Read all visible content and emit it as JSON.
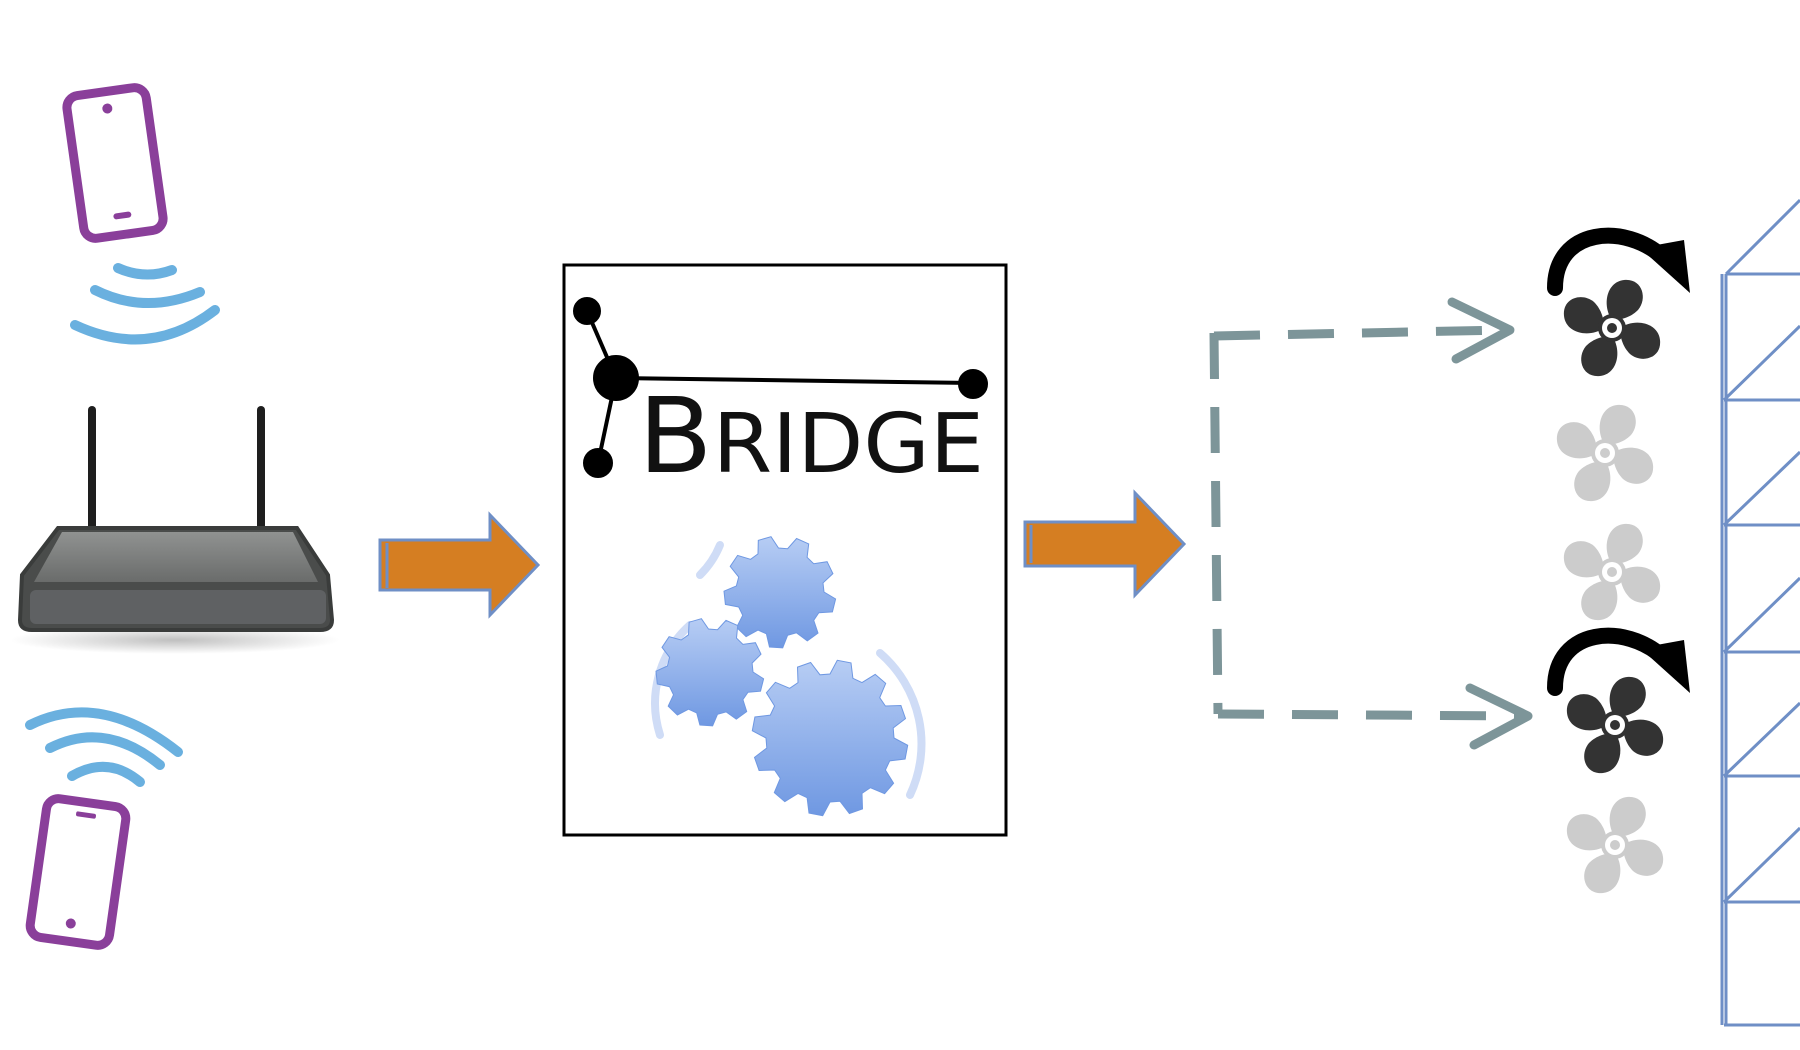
{
  "bridge": {
    "title_initial": "B",
    "title_rest": "RIDGE"
  },
  "colors": {
    "phone": "#8a3f9a",
    "wifi": "#6ab0df",
    "router_body": "#5f6163",
    "orange_arrow": "#d57e22",
    "arrow_outline": "#6f8fc6",
    "gear": "#8fb0ea",
    "dashed_arrow": "#7d9599",
    "active_fan": "#333333",
    "inactive_fan": "#cccccc",
    "grid": "#6f8fc6"
  },
  "icons": [
    "phone-icon",
    "wifi-icon",
    "router-icon",
    "gears-icon",
    "fan-icon",
    "rotate-arrow-icon"
  ],
  "fans": {
    "total": 5,
    "active": [
      1,
      4
    ]
  }
}
